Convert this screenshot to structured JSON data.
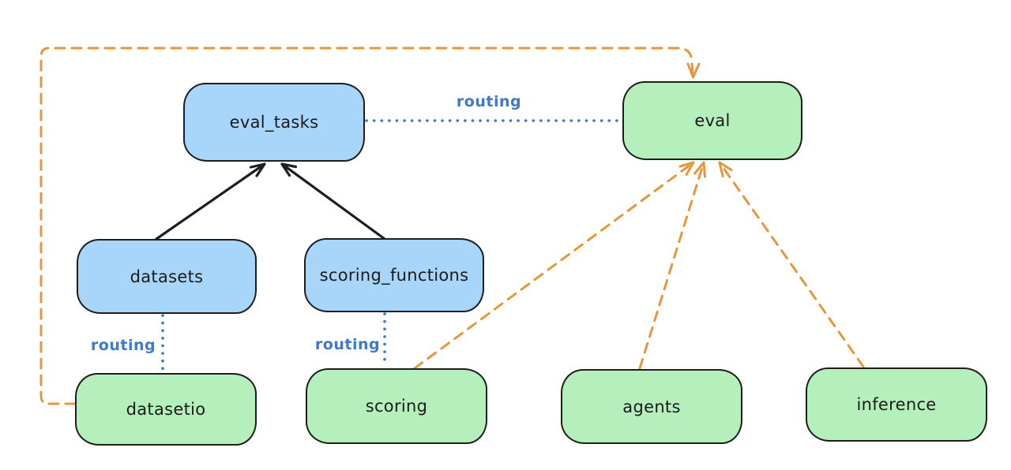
{
  "colors": {
    "canvas_bg": "#ffffff",
    "blue_fill": "#a8d6fb",
    "green_fill": "#b4efbc",
    "node_stroke": "#1e1e1e",
    "black_edge": "#1e1e1e",
    "orange_edge": "#e8963c",
    "routing_blue": "#3e79cb"
  },
  "diagram": {
    "nodes": [
      {
        "id": "eval_tasks",
        "label": "eval_tasks",
        "fill": "blue"
      },
      {
        "id": "eval",
        "label": "eval",
        "fill": "green"
      },
      {
        "id": "datasets",
        "label": "datasets",
        "fill": "blue"
      },
      {
        "id": "scoring_functions",
        "label": "scoring_functions",
        "fill": "blue"
      },
      {
        "id": "datasetio",
        "label": "datasetio",
        "fill": "green"
      },
      {
        "id": "scoring",
        "label": "scoring",
        "fill": "green"
      },
      {
        "id": "agents",
        "label": "agents",
        "fill": "green"
      },
      {
        "id": "inference",
        "label": "inference",
        "fill": "green"
      }
    ],
    "edge_labels": [
      {
        "id": "routing-main",
        "text": "routing"
      },
      {
        "id": "routing-datasetio",
        "text": "routing"
      },
      {
        "id": "routing-scoring",
        "text": "routing"
      }
    ],
    "edges": [
      {
        "from": "datasets",
        "to": "eval_tasks",
        "style": "solid-arrow",
        "color": "black"
      },
      {
        "from": "scoring_functions",
        "to": "eval_tasks",
        "style": "solid-arrow",
        "color": "black"
      },
      {
        "from": "eval_tasks",
        "to": "eval",
        "style": "dotted-line",
        "color": "blue",
        "label": "routing"
      },
      {
        "from": "datasets",
        "to": "datasetio",
        "style": "dotted-line",
        "color": "blue",
        "label": "routing"
      },
      {
        "from": "scoring_functions",
        "to": "scoring",
        "style": "dotted-line",
        "color": "blue",
        "label": "routing"
      },
      {
        "from": "datasetio",
        "to": "eval",
        "style": "dashed-arrow",
        "color": "orange"
      },
      {
        "from": "scoring",
        "to": "eval",
        "style": "dashed-arrow",
        "color": "orange"
      },
      {
        "from": "agents",
        "to": "eval",
        "style": "dashed-arrow",
        "color": "orange"
      },
      {
        "from": "inference",
        "to": "eval",
        "style": "dashed-arrow",
        "color": "orange"
      }
    ]
  }
}
